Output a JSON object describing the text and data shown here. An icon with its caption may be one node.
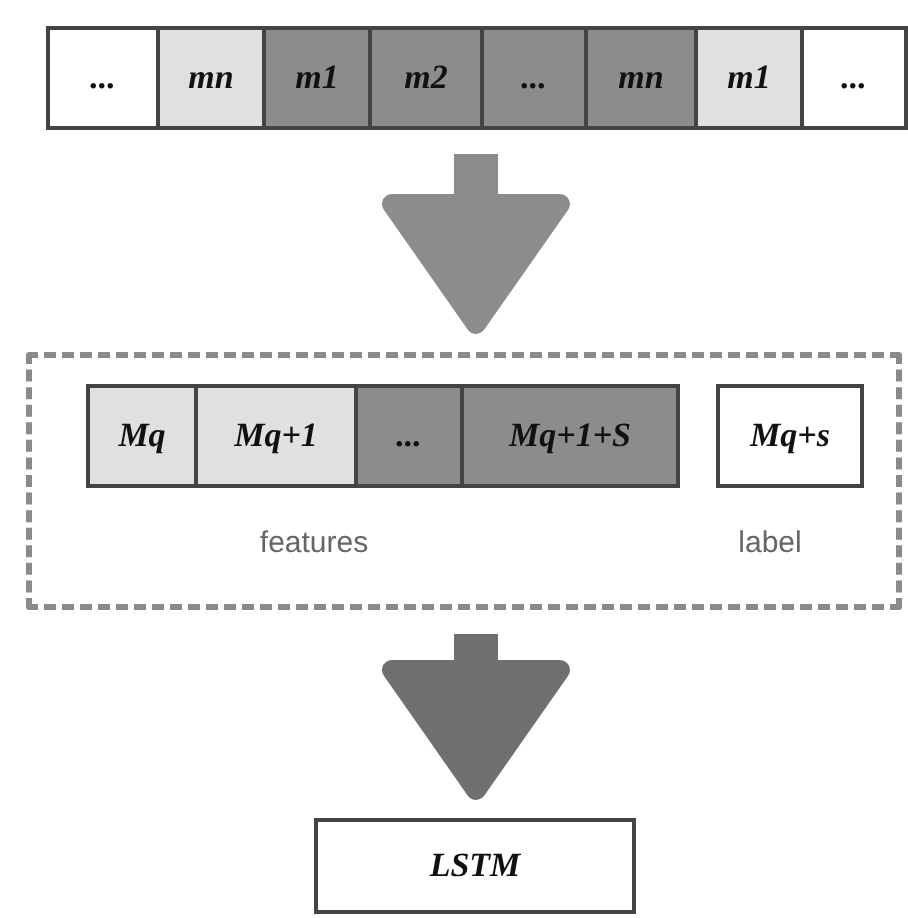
{
  "diagram": {
    "nodes": [
      {
        "text": [],
        "shape": "box"
      },
      {
        "text": [
          "..."
        ],
        "in": 0
      },
      {
        "text": [
          "mn"
        ],
        "in": 0
      },
      {
        "text": [
          "m1"
        ],
        "in": 0
      },
      {
        "text": [
          "m2"
        ],
        "in": 0
      },
      {
        "text": [
          "..."
        ],
        "in": 0
      },
      {
        "text": [
          "mn"
        ],
        "in": 0
      },
      {
        "text": [
          "m1"
        ],
        "in": 0
      },
      {
        "text": [
          "..."
        ],
        "in": 0
      },
      {
        "text": [],
        "shape": "box"
      },
      {
        "text": [
          "Mq"
        ],
        "in": 9
      },
      {
        "text": [
          "Mq+1"
        ],
        "in": 9
      },
      {
        "text": [
          "..."
        ],
        "in": 9
      },
      {
        "text": [
          "Mq+1+S"
        ],
        "in": 9
      },
      {
        "text": [
          "Mq+s"
        ],
        "in": 9
      },
      {
        "text": [
          "LSTM"
        ]
      }
    ],
    "edges": [
      {
        "from": 0,
        "to": 9,
        "arrow": "to",
        "color": "#8c8c8c"
      },
      {
        "from": 9,
        "to": 15,
        "arrow": "to",
        "color": "#707070"
      }
    ],
    "labels": [
      "features",
      "label"
    ]
  }
}
